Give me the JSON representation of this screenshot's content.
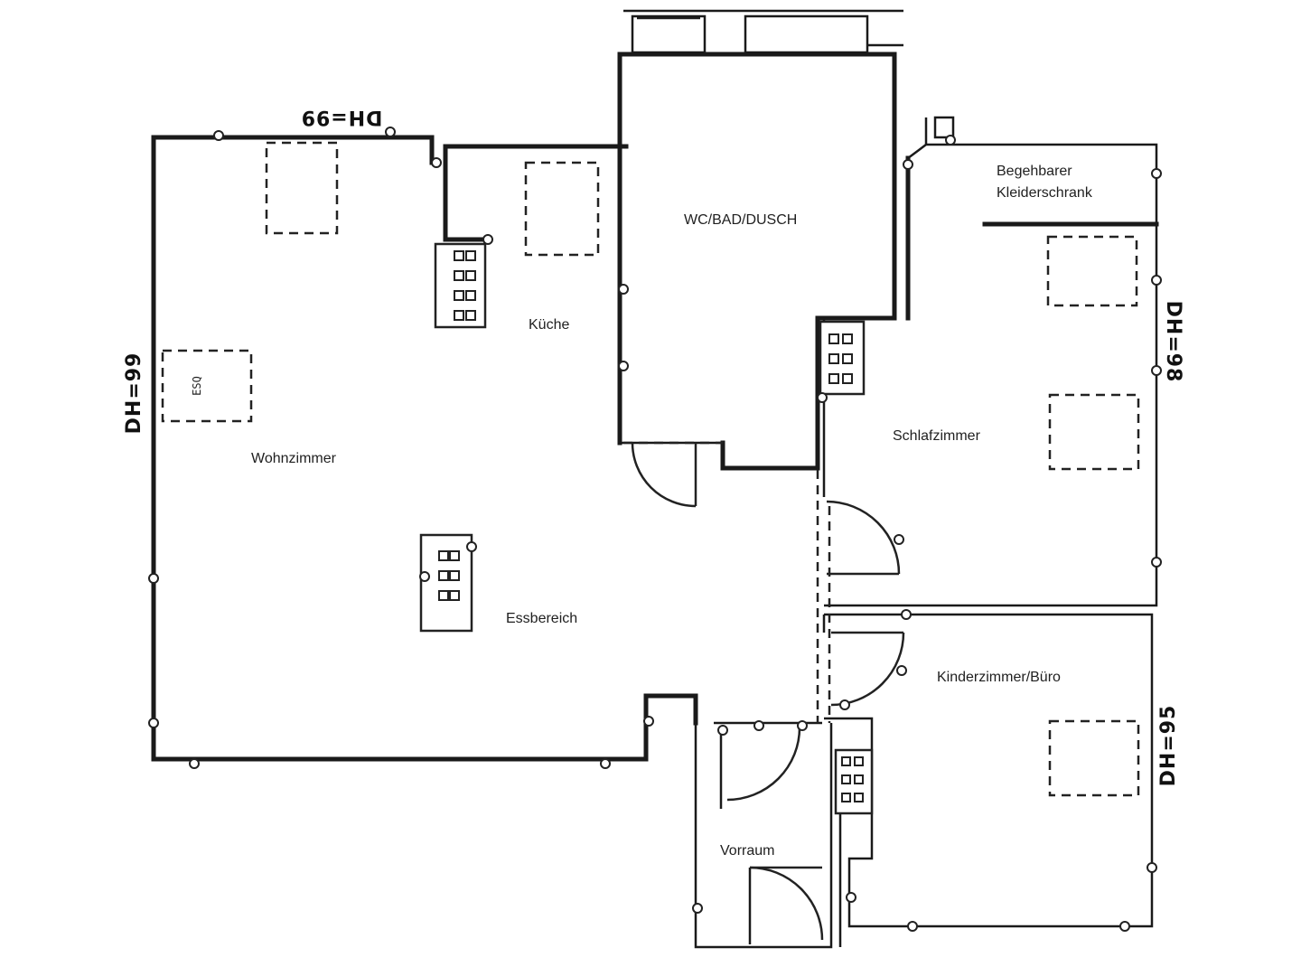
{
  "rooms": {
    "bad": "WC/BAD/DUSCH",
    "kleiderschrank_line1": "Begehbarer",
    "kleiderschrank_line2": "Kleiderschrank",
    "kueche": "Küche",
    "wohnzimmer": "Wohnzimmer",
    "schlafzimmer": "Schlafzimmer",
    "essbereich": "Essbereich",
    "kinderzimmer": "Kinderzimmer/Büro",
    "vorraum": "Vorraum"
  },
  "ceiling_heights": {
    "top": "DH=99",
    "left": "DH=99",
    "right_upper": "DH=98",
    "right_lower": "DH=95"
  },
  "fixture_label": "ESQ"
}
